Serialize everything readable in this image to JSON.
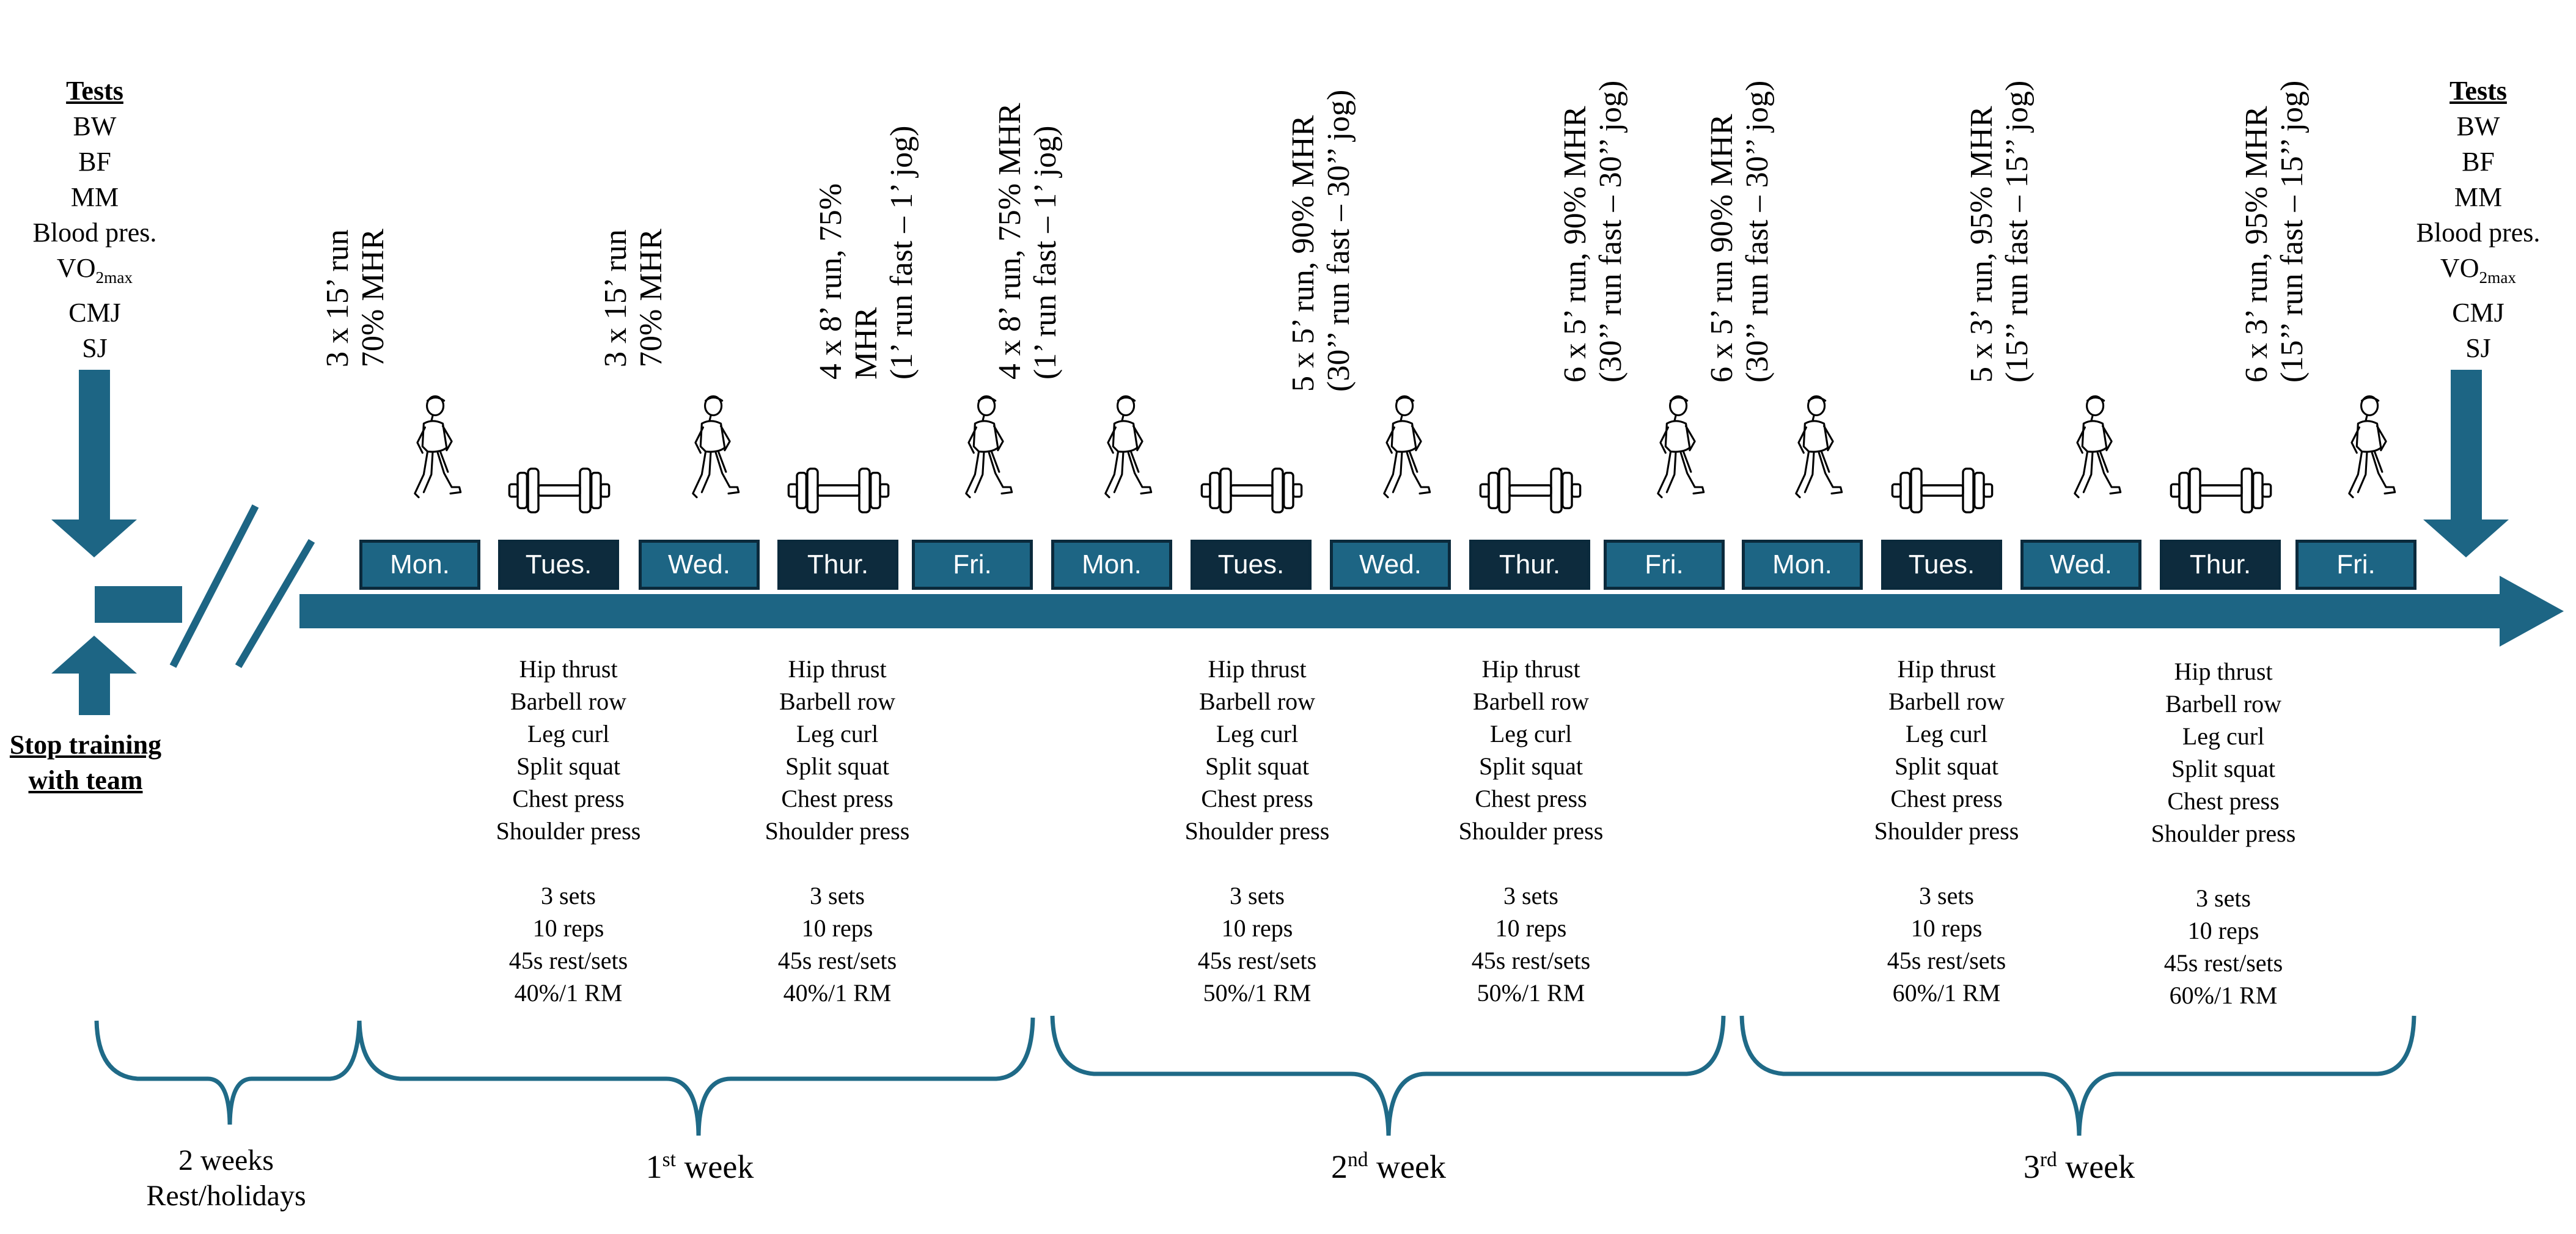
{
  "tests_left": {
    "title": "Tests",
    "items": [
      "BW",
      "BF",
      "MM",
      "Blood pres.",
      "VO",
      "CMJ",
      "SJ"
    ],
    "vo_sub": "2max"
  },
  "tests_right": {
    "title": "Tests",
    "items": [
      "BW",
      "BF",
      "MM",
      "Blood pres.",
      "VO",
      "CMJ",
      "SJ"
    ],
    "vo_sub": "2max"
  },
  "stop_training": [
    "Stop training",
    "with team"
  ],
  "rest_period": [
    "2 weeks",
    "Rest/holidays"
  ],
  "weeks": [
    {
      "num": "1",
      "sup": "st",
      "label": " week"
    },
    {
      "num": "2",
      "sup": "nd",
      "label": " week"
    },
    {
      "num": "3",
      "sup": "rd",
      "label": " week"
    }
  ],
  "days": [
    "Mon.",
    "Tues.",
    "Wed.",
    "Thur.",
    "Fri.",
    "Mon.",
    "Tues.",
    "Wed.",
    "Thur.",
    "Fri.",
    "Mon.",
    "Tues.",
    "Wed.",
    "Thur.",
    "Fri."
  ],
  "run_sessions": [
    [
      "3 x 15’ run",
      "70% MHR"
    ],
    [
      "3 x 15’ run",
      "70% MHR"
    ],
    [
      "4 x 8’  run, 75%",
      "MHR",
      "(1’ run fast – 1’ jog)"
    ],
    [
      "4 x 8’ run, 75% MHR",
      "(1’ run fast – 1’ jog)"
    ],
    [
      "5 x 5’ run, 90% MHR",
      "(30’’ run fast – 30’’ jog)"
    ],
    [
      "6 x 5’ run, 90% MHR",
      "(30’’ run fast – 30’’ jog)"
    ],
    [
      "6 x 5’ run 90% MHR",
      "(30’’ run fast – 30’’ jog)"
    ],
    [
      "5 x 3’ run, 95% MHR",
      "(15’’ run fast – 15’’ jog)"
    ],
    [
      "6 x 3’ run, 95% MHR",
      "(15’’ run fast – 15’’ jog)"
    ]
  ],
  "strength_sessions": [
    [
      "Hip thrust",
      "Barbell row",
      "Leg curl",
      "Split squat",
      "Chest press",
      "Shoulder press",
      "",
      "3 sets",
      "10 reps",
      "45s rest/sets",
      "40%/1 RM"
    ],
    [
      "Hip thrust",
      "Barbell row",
      "Leg curl",
      "Split squat",
      "Chest press",
      "Shoulder press",
      "",
      "3 sets",
      "10 reps",
      "45s rest/sets",
      "40%/1 RM"
    ],
    [
      "Hip thrust",
      "Barbell row",
      "Leg curl",
      "Split squat",
      "Chest press",
      "Shoulder press",
      "",
      "3 sets",
      "10 reps",
      "45s rest/sets",
      "50%/1 RM"
    ],
    [
      "Hip thrust",
      "Barbell row",
      "Leg curl",
      "Split squat",
      "Chest press",
      "Shoulder press",
      "",
      "3 sets",
      "10 reps",
      "45s rest/sets",
      "50%/1 RM"
    ],
    [
      "Hip thrust",
      "Barbell row",
      "Leg curl",
      "Split squat",
      "Chest press",
      "Shoulder press",
      "",
      "3 sets",
      "10 reps",
      "45s rest/sets",
      "60%/1 RM"
    ],
    [
      "Hip thrust",
      "Barbell row",
      "Leg curl",
      "Split squat",
      "Chest press",
      "Shoulder press",
      "",
      "3 sets",
      "10 reps",
      "45s rest/sets",
      "60%/1 RM"
    ]
  ],
  "colors": {
    "primary": "#1d6584",
    "dark": "#0d2b3d",
    "brace": "#1f6a87"
  },
  "icons": {
    "run": "runner-icon",
    "strength": "dumbbell-icon"
  }
}
